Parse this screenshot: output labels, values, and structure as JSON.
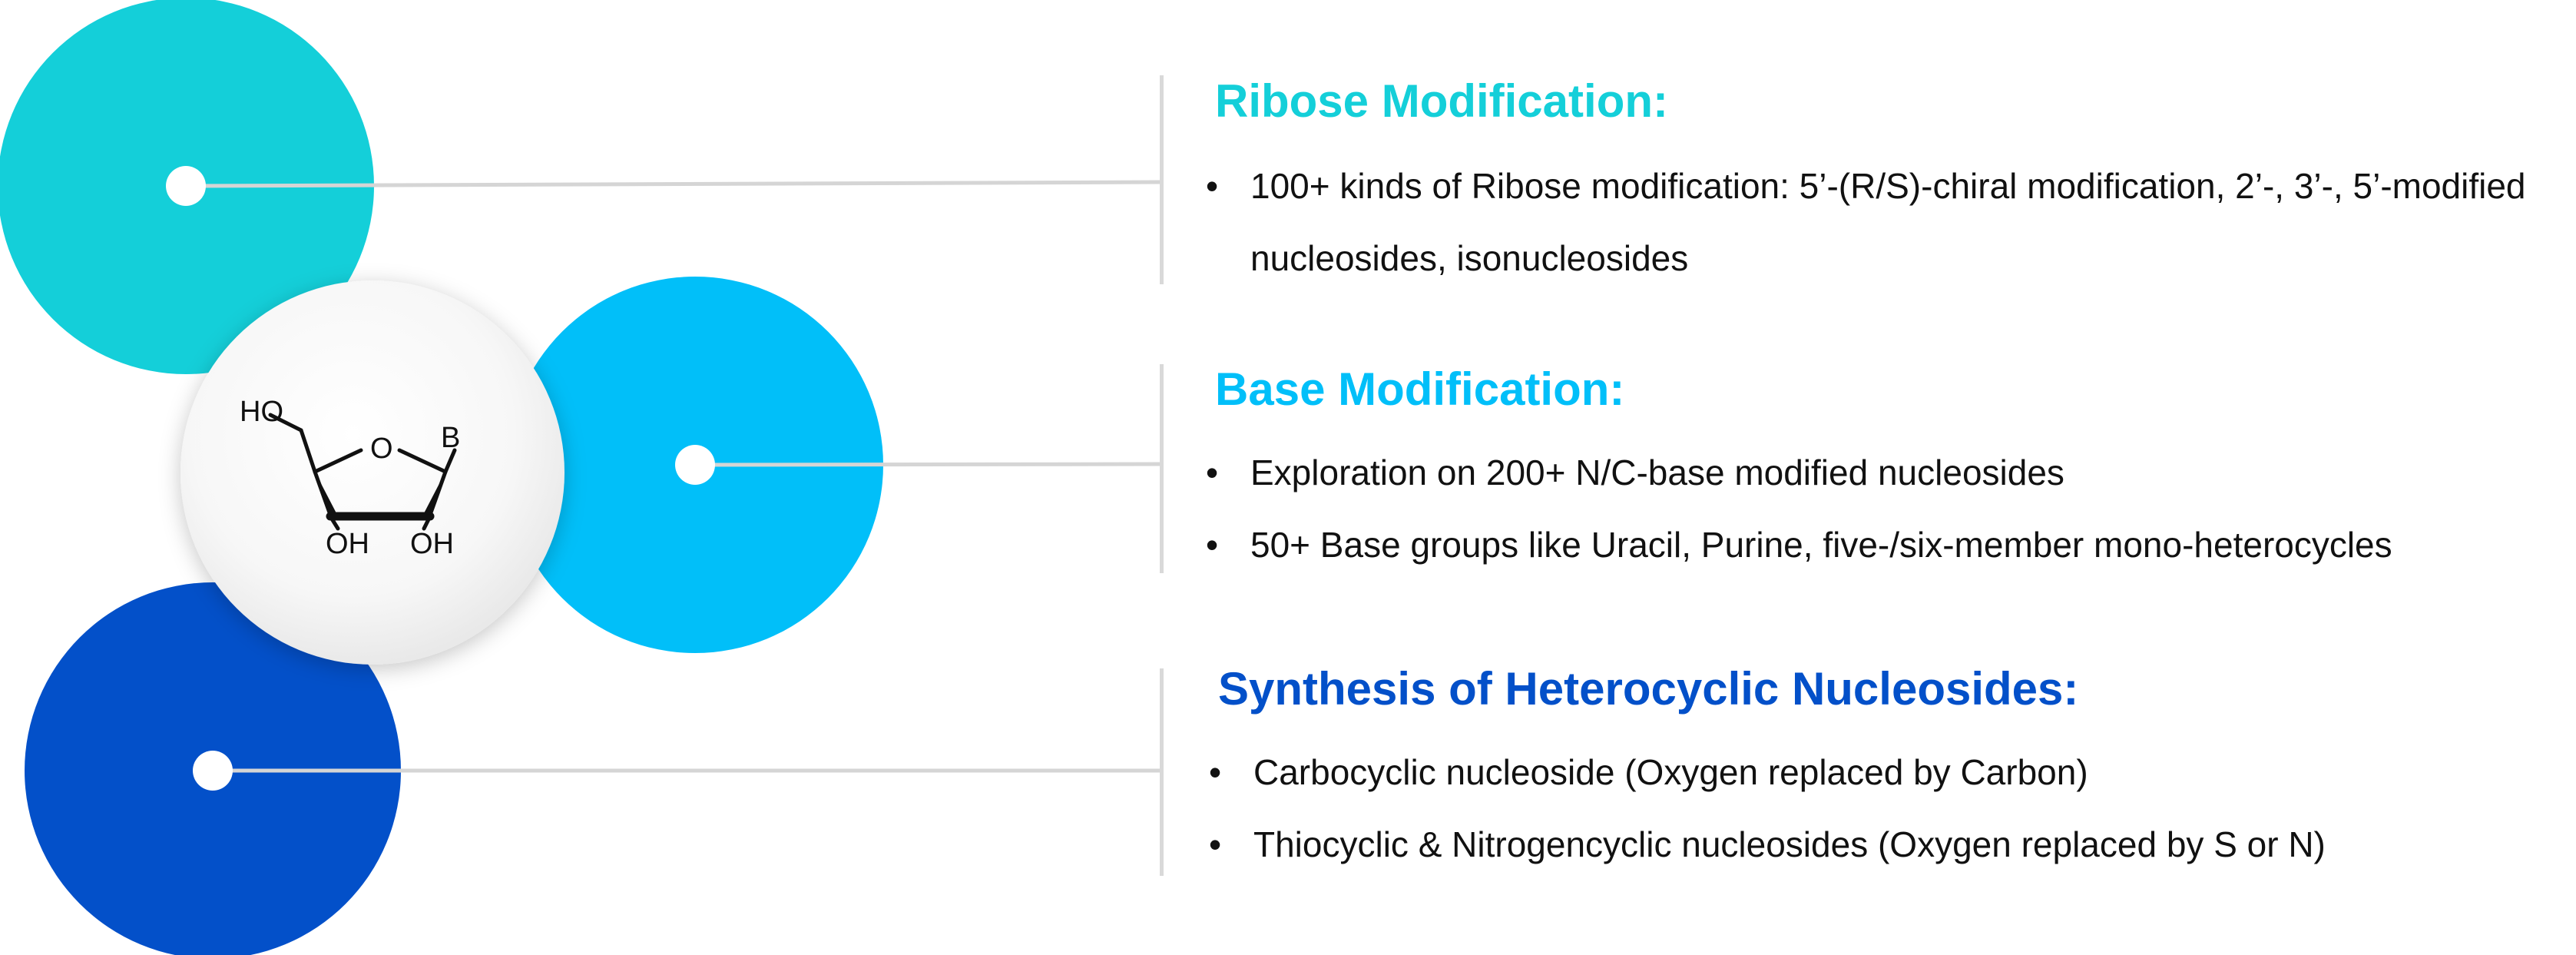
{
  "colors": {
    "ribose": "#14cfd9",
    "base": "#01bff9",
    "heterocyclic": "#0350c9",
    "connector": "#d5d5d5",
    "text": "#111111"
  },
  "structure": {
    "label_ho": "HO",
    "label_o": "O",
    "label_b": "B",
    "label_oh_left": "OH",
    "label_oh_right": "OH"
  },
  "sections": [
    {
      "title": "Ribose Modification:",
      "bullets": [
        "100+ kinds of Ribose modification: 5’-(R/S)-chiral modification, 2’-, 3’-, 5’-modified nucleosides, isonucleosides"
      ]
    },
    {
      "title": "Base Modification:",
      "bullets": [
        "Exploration on 200+ N/C-base modified nucleosides",
        "50+ Base groups like Uracil, Purine, five-/six-member mono-heterocycles"
      ]
    },
    {
      "title": "Synthesis of Heterocyclic Nucleosides:",
      "bullets": [
        "Carbocyclic nucleoside (Oxygen replaced by Carbon)",
        "Thiocyclic & Nitrogencyclic nucleosides (Oxygen replaced by S or N)"
      ]
    }
  ],
  "bullet_symbol": "•"
}
